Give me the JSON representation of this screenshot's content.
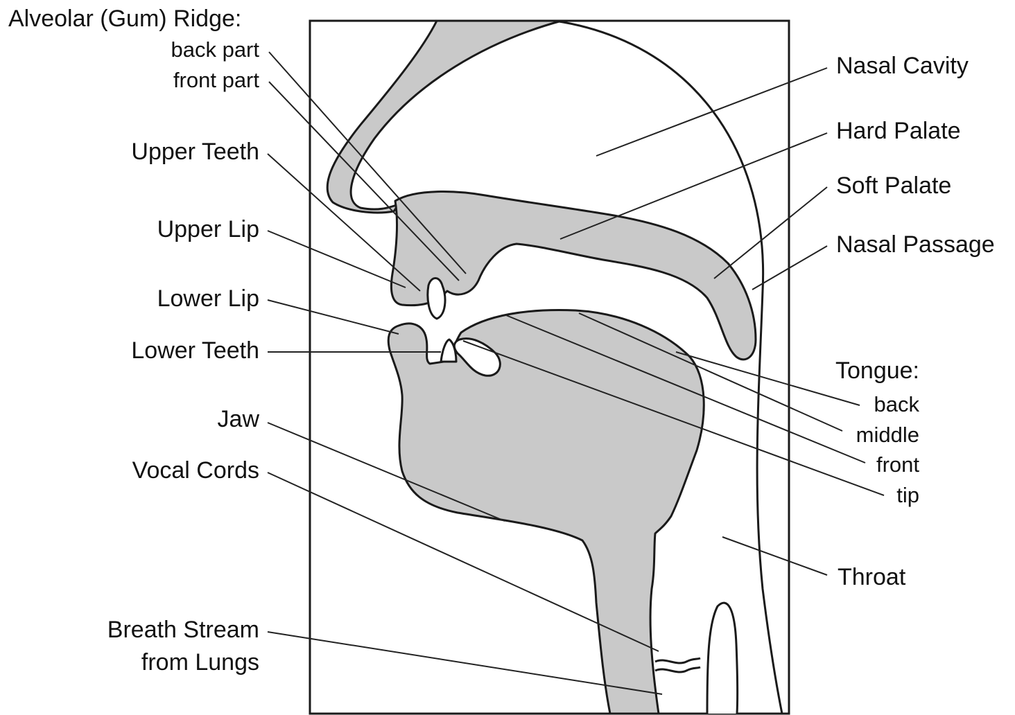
{
  "labels": {
    "alveolar_heading": "Alveolar (Gum) Ridge:",
    "alveolar_back": "back part",
    "alveolar_front": "front part",
    "upper_teeth": "Upper Teeth",
    "upper_lip": "Upper Lip",
    "lower_lip": "Lower Lip",
    "lower_teeth": "Lower Teeth",
    "jaw": "Jaw",
    "vocal_cords": "Vocal Cords",
    "breath_line1": "Breath Stream",
    "breath_line2": "from Lungs",
    "nasal_cavity": "Nasal Cavity",
    "hard_palate": "Hard Palate",
    "soft_palate": "Soft Palate",
    "nasal_passage": "Nasal Passage",
    "tongue_heading": "Tongue:",
    "tongue_back": "back",
    "tongue_middle": "middle",
    "tongue_front": "front",
    "tongue_tip": "tip",
    "throat": "Throat"
  },
  "colors": {
    "tissue": "#c9c9c9",
    "outline": "#1a1a1a",
    "background": "#ffffff"
  }
}
